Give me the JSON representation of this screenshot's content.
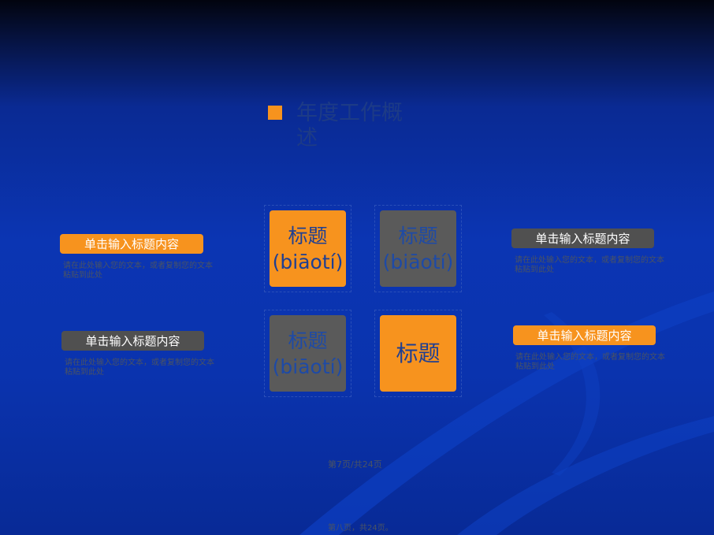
{
  "slide": {
    "heading": "年度工作概述",
    "tiles": [
      {
        "label": "标题(biāotí)"
      },
      {
        "label": "标题(biāotí)"
      },
      {
        "label": "标题(biāotí)"
      },
      {
        "label": "标题"
      }
    ],
    "blocks": [
      {
        "title": "单击输入标题内容",
        "text": "请在此处输入您的文本，或者复制您的文本粘贴到此处"
      },
      {
        "title": "单击输入标题内容",
        "text": "请在此处输入您的文本，或者复制您的文本粘贴到此处"
      },
      {
        "title": "单击输入标题内容",
        "text": "请在此处输入您的文本，或者复制您的文本粘贴到此处"
      },
      {
        "title": "单击输入标题内容",
        "text": "请在此处输入您的文本，或者复制您的文本粘贴到此处"
      }
    ],
    "page_counter": "第7页/共24页",
    "footer": "第八页，共24页。"
  },
  "colors": {
    "accent": "#f7931e",
    "gray": "#505050",
    "background": "#0b35b3"
  }
}
